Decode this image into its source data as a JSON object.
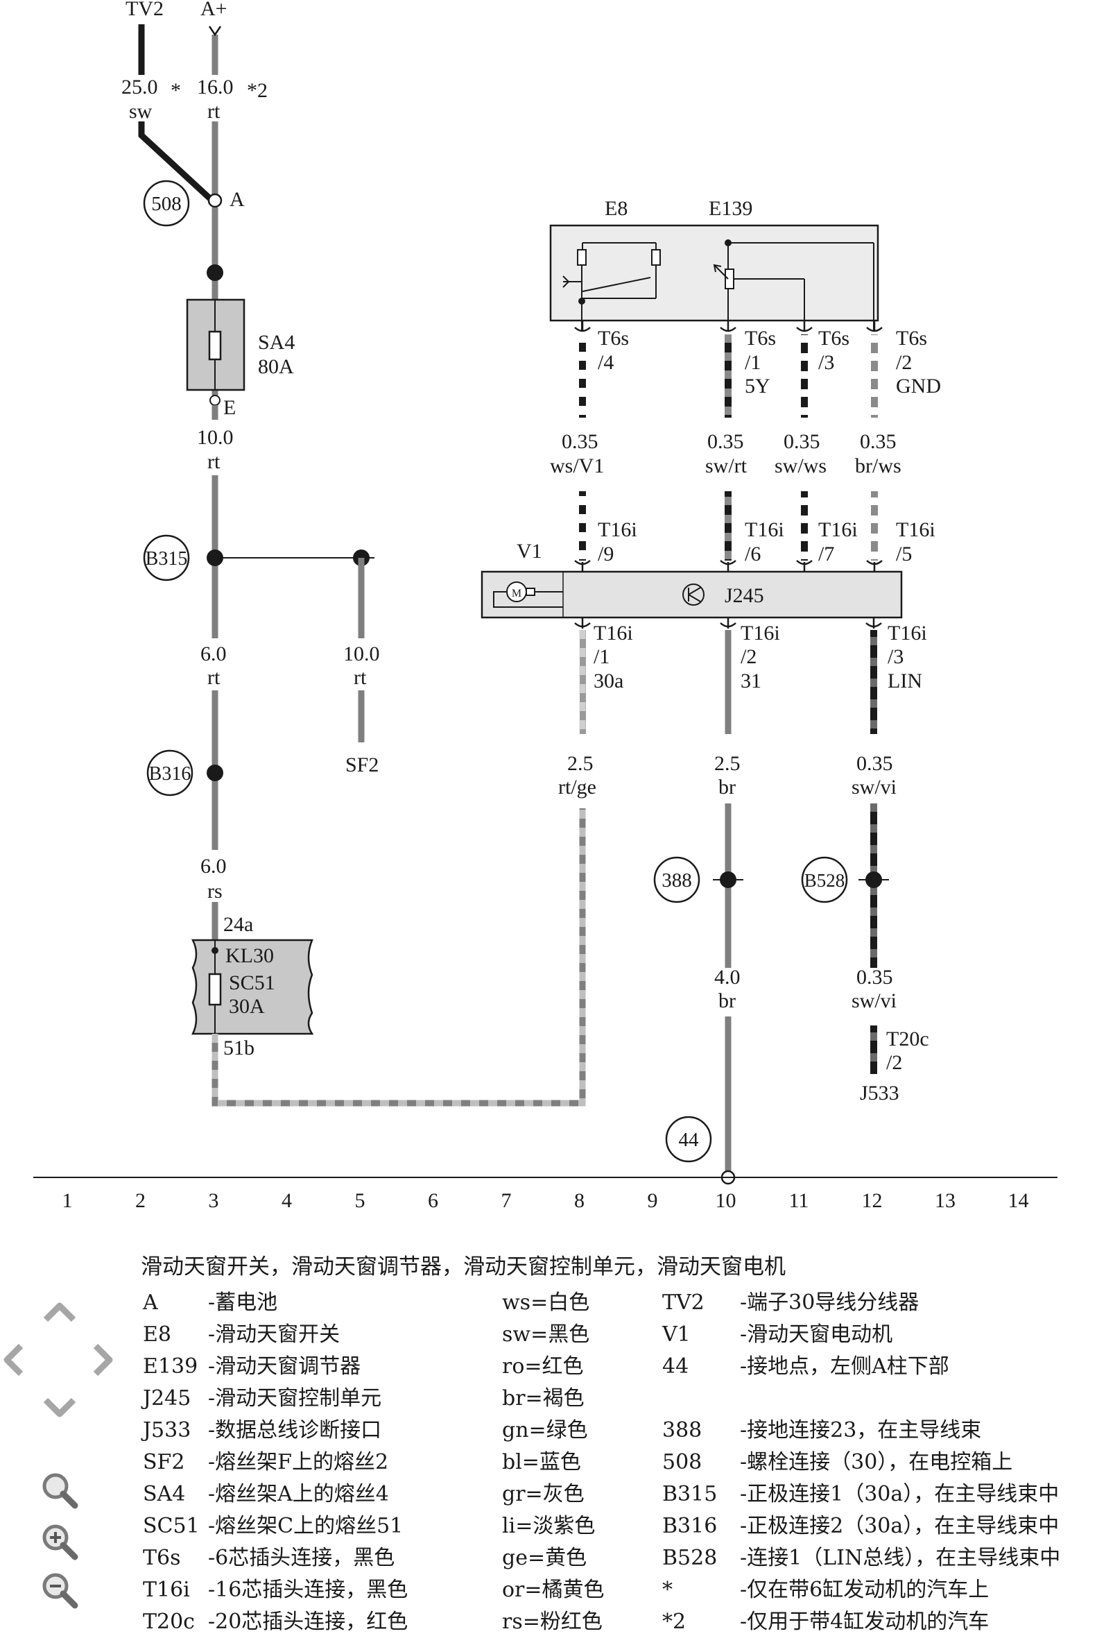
{
  "diagram": {
    "top_labels": {
      "tv2": "TV2",
      "a_plus": "A+"
    },
    "wires": {
      "w_tv2": {
        "size": "25.0",
        "color": "sw"
      },
      "star1": "*",
      "w_aplus": {
        "size": "16.0",
        "color": "rt"
      },
      "star2": "*2",
      "w_e": {
        "size": "10.0",
        "color": "rt"
      },
      "w_b315_down": {
        "size": "6.0",
        "color": "rt"
      },
      "w_sf2": {
        "size": "10.0",
        "color": "rt"
      },
      "w_b316_down": {
        "size": "6.0",
        "color": "rs"
      },
      "w_v1": {
        "size": "0.35",
        "color": "ws/V1"
      },
      "w_5y": {
        "size": "0.35",
        "color": "sw/rt"
      },
      "w_3": {
        "size": "0.35",
        "color": "sw/ws"
      },
      "w_gnd": {
        "size": "0.35",
        "color": "br/ws"
      },
      "w_30a": {
        "size": "2.5",
        "color": "rt/ge"
      },
      "w_31": {
        "size": "2.5",
        "color": "br"
      },
      "w_lin": {
        "size": "0.35",
        "color": "sw/vi"
      },
      "w_44": {
        "size": "4.0",
        "color": "br"
      },
      "w_t20c": {
        "size": "0.35",
        "color": "sw/vi"
      }
    },
    "nodes": {
      "n508": "508",
      "nA": "A",
      "nE": "E",
      "b315": "B315",
      "b316": "B316",
      "n388": "388",
      "b528": "B528",
      "n44": "44"
    },
    "fuse_sa4": {
      "name": "SA4",
      "rating": "80A"
    },
    "fuse_sc51": {
      "pin_in": "24a",
      "kl": "KL30",
      "name": "SC51",
      "rating": "30A",
      "pin_out": "51b"
    },
    "sf2": "SF2",
    "e8_label": "E8",
    "e139_label": "E139",
    "t6s": {
      "p4": {
        "conn": "T6s",
        "pin": "/4"
      },
      "p1": {
        "conn": "T6s",
        "pin": "/1",
        "sig": "5Y"
      },
      "p3": {
        "conn": "T6s",
        "pin": "/3"
      },
      "p2": {
        "conn": "T6s",
        "pin": "/2",
        "sig": "GND"
      }
    },
    "t16i_top": {
      "p9": {
        "conn": "T16i",
        "pin": "/9"
      },
      "p6": {
        "conn": "T16i",
        "pin": "/6"
      },
      "p7": {
        "conn": "T16i",
        "pin": "/7"
      },
      "p5": {
        "conn": "T16i",
        "pin": "/5"
      }
    },
    "t16i_bot": {
      "p1": {
        "conn": "T16i",
        "pin": "/1",
        "sig": "30a"
      },
      "p2": {
        "conn": "T16i",
        "pin": "/2",
        "sig": "31"
      },
      "p3": {
        "conn": "T16i",
        "pin": "/3",
        "sig": "LIN"
      }
    },
    "v1": "V1",
    "motor": "M",
    "j245": "J245",
    "t20c": {
      "conn": "T20c",
      "pin": "/2"
    },
    "j533": "J533",
    "ruler": [
      "1",
      "2",
      "3",
      "4",
      "5",
      "6",
      "7",
      "8",
      "9",
      "10",
      "11",
      "12",
      "13",
      "14"
    ]
  },
  "legend": {
    "title": "滑动天窗开关，滑动天窗调节器，滑动天窗控制单元，滑动天窗电机",
    "col1": [
      {
        "code": "A",
        "desc": "-蓄电池"
      },
      {
        "code": "E8",
        "desc": "-滑动天窗开关"
      },
      {
        "code": "E139",
        "desc": "-滑动天窗调节器"
      },
      {
        "code": "J245",
        "desc": "-滑动天窗控制单元"
      },
      {
        "code": "J533",
        "desc": "-数据总线诊断接口"
      },
      {
        "code": "SF2",
        "desc": "-熔丝架F上的熔丝2"
      },
      {
        "code": "SA4",
        "desc": "-熔丝架A上的熔丝4"
      },
      {
        "code": "SC51",
        "desc": "-熔丝架C上的熔丝51"
      },
      {
        "code": "T6s",
        "desc": "-6芯插头连接，黑色"
      },
      {
        "code": "T16i",
        "desc": "-16芯插头连接，黑色"
      },
      {
        "code": "T20c",
        "desc": "-20芯插头连接，红色"
      }
    ],
    "colors": [
      "ws=白色",
      "sw=黑色",
      "ro=红色",
      "br=褐色",
      "gn=绿色",
      "bl=蓝色",
      "gr=灰色",
      "li=淡紫色",
      "ge=黄色",
      "or=橘黄色",
      "rs=粉红色"
    ],
    "col3": [
      {
        "code": "TV2",
        "desc": "-端子30导线分线器"
      },
      {
        "code": "V1",
        "desc": "-滑动天窗电动机"
      },
      {
        "code": "44",
        "desc": "-接地点，左侧A柱下部"
      },
      {
        "code": "",
        "desc": ""
      },
      {
        "code": "388",
        "desc": "-接地连接23，在主导线束"
      },
      {
        "code": "508",
        "desc": "-螺栓连接（30），在电控箱上"
      },
      {
        "code": "B315",
        "desc": "-正极连接1（30a），在主导线束中"
      },
      {
        "code": "B316",
        "desc": "-正极连接2（30a），在主导线束中"
      },
      {
        "code": "B528",
        "desc": "-连接1（LIN总线），在主导线束中"
      },
      {
        "code": "*",
        "desc": "-仅在带6缸发动机的汽车上"
      },
      {
        "code": "*2",
        "desc": "-仅用于带4缸发动机的汽车"
      }
    ]
  },
  "nav": [
    "nav-up-icon",
    "nav-left-icon",
    "nav-right-icon",
    "nav-down-icon",
    "magnifier-icon",
    "zoom-in-icon",
    "zoom-out-icon"
  ],
  "colors_ui": {
    "wire_gray": "#7f7f7f",
    "box_gray": "#c8c8c8",
    "panel_gray": "#ececec",
    "ink": "#1a1a1a"
  }
}
